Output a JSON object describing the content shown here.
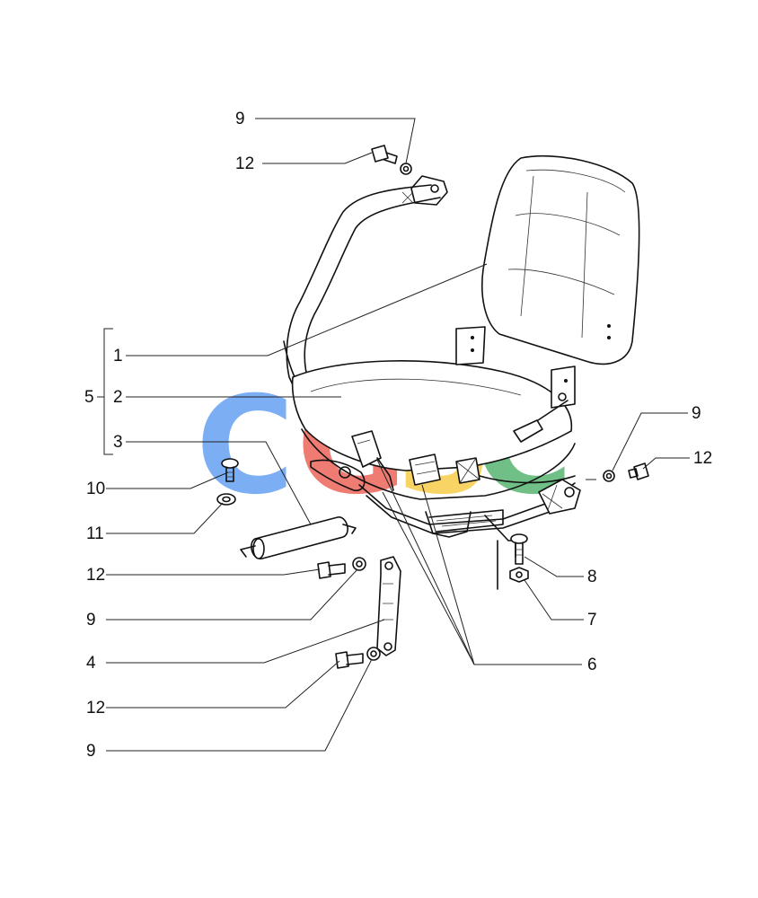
{
  "labels": {
    "l1": "1",
    "l2": "2",
    "l3": "3",
    "l4": "4",
    "l5": "5",
    "l6": "6",
    "l7": "7",
    "l8": "8",
    "l9a": "9",
    "l9b": "9",
    "l9c": "9",
    "l9d": "9",
    "l10": "10",
    "l11": "11",
    "l12a": "12",
    "l12b": "12",
    "l12c": "12",
    "l12d": "12"
  },
  "watermark": {
    "letters": [
      "C",
      "G",
      "S",
      "C"
    ],
    "colors": [
      "#4a8ff0",
      "#ea4b3c",
      "#f6c42a",
      "#3aa75a"
    ]
  }
}
